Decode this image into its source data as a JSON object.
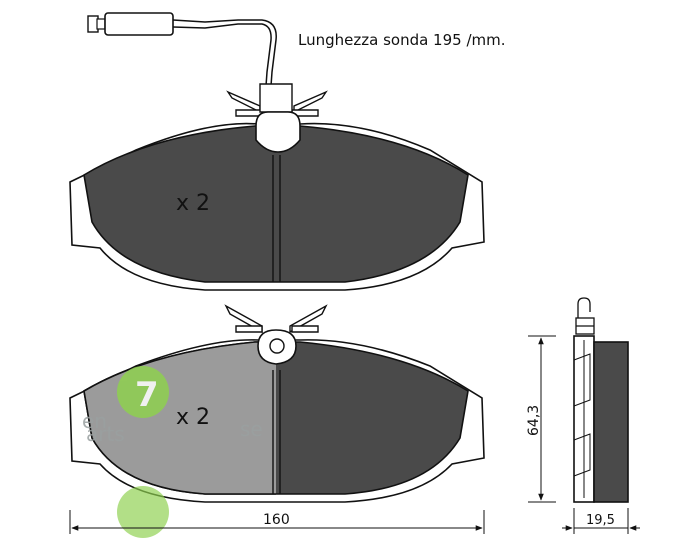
{
  "labels": {
    "sensor_length": "Lunghezza sonda 195 /mm.",
    "top_quantity": "x 2",
    "bottom_quantity": "x 2",
    "width": "160",
    "height": "64,3",
    "thickness": "19,5"
  },
  "watermark": {
    "text_en": "en",
    "text_arts": "arts",
    "text_se": "se",
    "color": "#8fd14f"
  },
  "colors": {
    "pad_dark": "#4a4a4a",
    "pad_shaded": "#9b9b9b",
    "outline": "#111111"
  }
}
